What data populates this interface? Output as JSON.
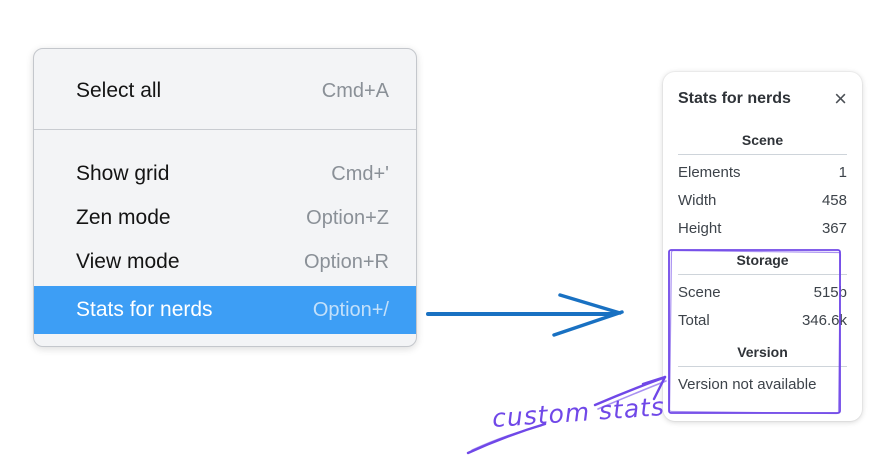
{
  "colors": {
    "menu_highlight": "#3d9ef5",
    "menu_bg": "#f3f4f6",
    "arrow_blue": "#1971c2",
    "annotation_purple": "#7048e8",
    "panel_divider": "#ced4da"
  },
  "context_menu": {
    "items": [
      {
        "label": "Select all",
        "shortcut": "Cmd+A"
      },
      {
        "label": "Show grid",
        "shortcut": "Cmd+'"
      },
      {
        "label": "Zen mode",
        "shortcut": "Option+Z"
      },
      {
        "label": "View mode",
        "shortcut": "Option+R"
      },
      {
        "label": "Stats for nerds",
        "shortcut": "Option+/"
      }
    ],
    "selected_item": "Stats for nerds"
  },
  "stats_panel": {
    "title": "Stats for nerds",
    "close_icon": "×",
    "sections": [
      {
        "heading": "Scene",
        "rows": [
          {
            "label": "Elements",
            "value": "1"
          },
          {
            "label": "Width",
            "value": "458"
          },
          {
            "label": "Height",
            "value": "367"
          }
        ]
      },
      {
        "heading": "Storage",
        "rows": [
          {
            "label": "Scene",
            "value": "515b"
          },
          {
            "label": "Total",
            "value": "346.6k"
          }
        ]
      },
      {
        "heading": "Version",
        "note": "Version not available"
      }
    ]
  },
  "annotations": {
    "custom_stats_label": "custom stats"
  }
}
